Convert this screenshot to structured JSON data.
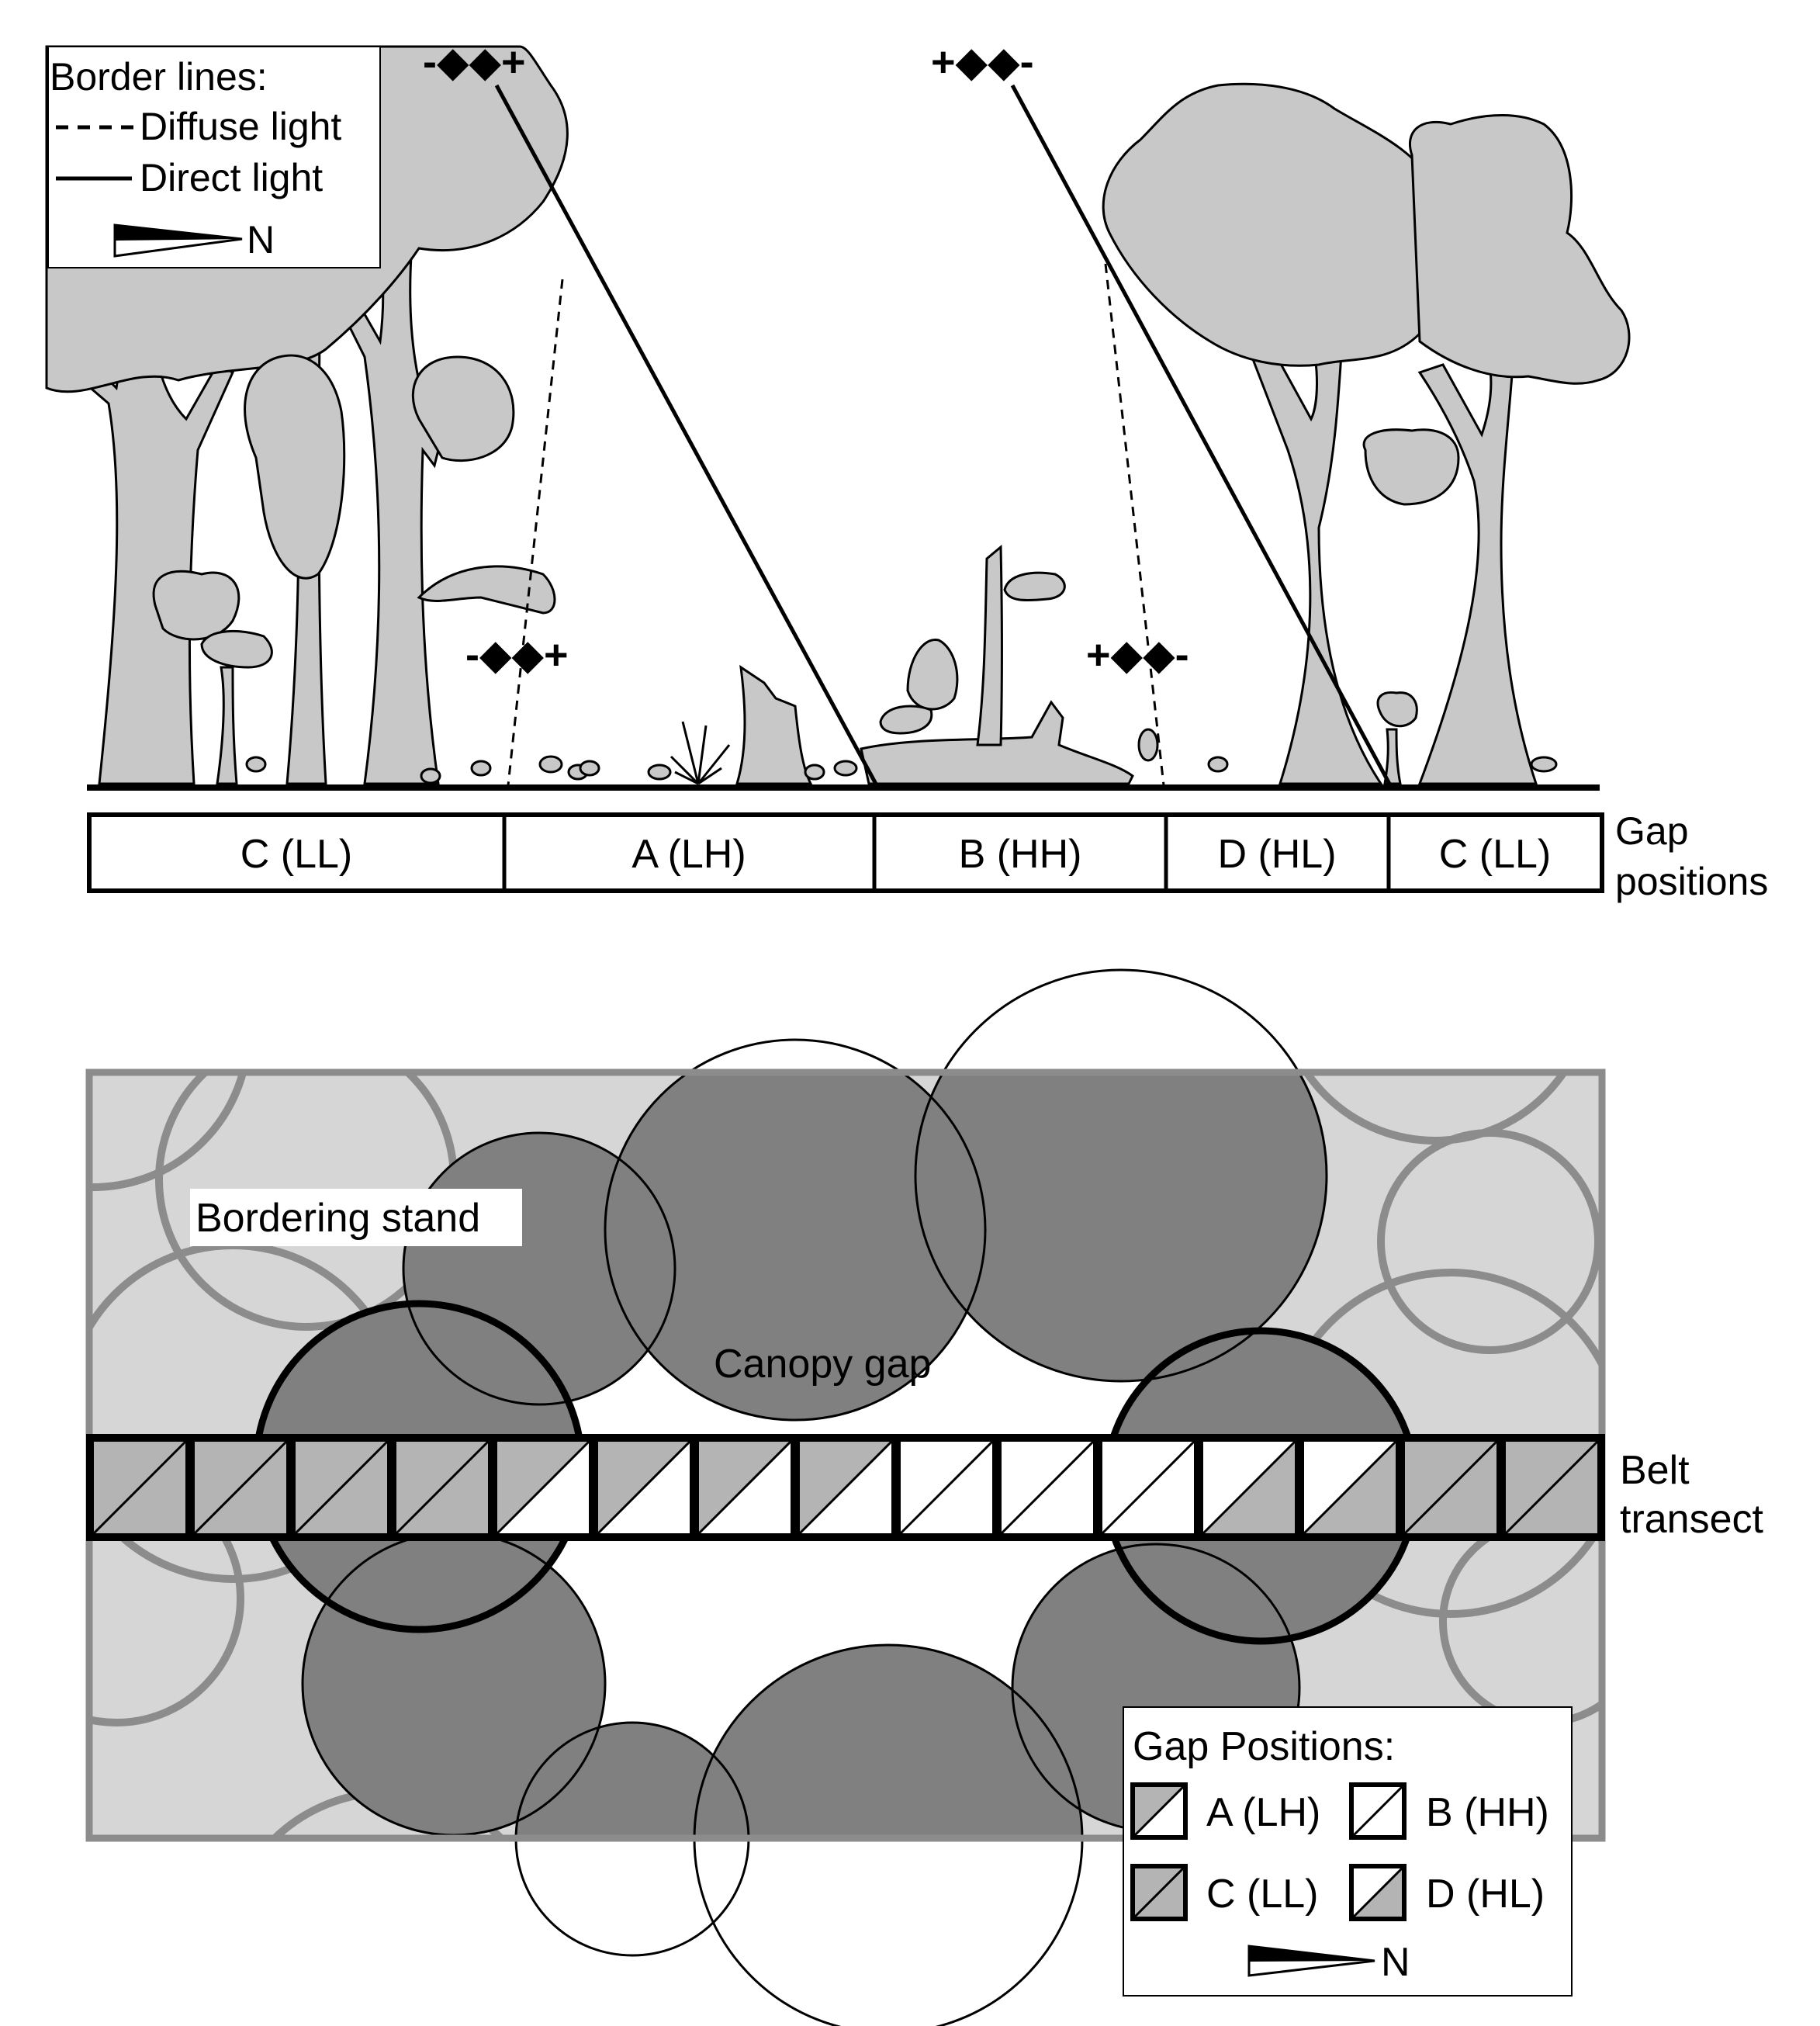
{
  "colors": {
    "tree_fill": "#c8c8c8",
    "stand_fill": "#d6d6d6",
    "crown_dark": "#808080",
    "crown_ring": "#8c8c8c",
    "cell_grey": "#b4b4b4",
    "ink": "#000000",
    "paper": "#ffffff"
  },
  "top_legend": {
    "title": "Border lines:",
    "diffuse": "Diffuse light",
    "direct": "Direct light",
    "north": "N"
  },
  "markers": {
    "left_top": "-◆◆+",
    "right_top": "+◆◆-",
    "left_low": "-◆◆+",
    "right_low": "+◆◆-"
  },
  "gap_bar": {
    "segments": [
      "C (LL)",
      "A (LH)",
      "B (HH)",
      "D (HL)",
      "C (LL)"
    ],
    "label_line1": "Gap",
    "label_line2": "positions"
  },
  "plan": {
    "bordering_stand": "Bordering stand",
    "canopy_gap": "Canopy gap",
    "transect_line1": "Belt",
    "transect_line2": "transect",
    "cells": [
      "C",
      "C",
      "C",
      "C",
      "A",
      "A",
      "A",
      "A",
      "B",
      "B",
      "B",
      "D",
      "D",
      "C",
      "C"
    ]
  },
  "bottom_legend": {
    "title": "Gap Positions:",
    "a": "A (LH)",
    "b": "B (HH)",
    "c": "C (LL)",
    "d": "D (HL)",
    "north": "N"
  }
}
